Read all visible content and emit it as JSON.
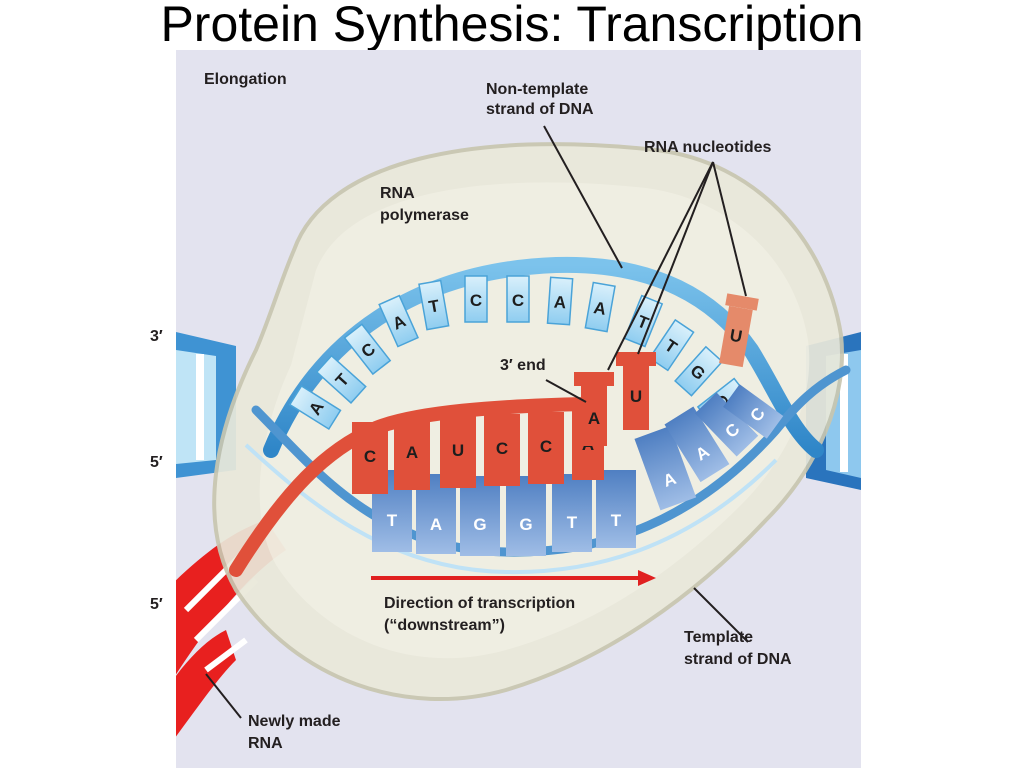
{
  "slide": {
    "title": "Protein Synthesis: Transcription"
  },
  "diagram": {
    "stage_label": "Elongation",
    "labels": {
      "non_template_line1": "Non-template",
      "non_template_line2": "strand of DNA",
      "rna_nucleotides": "RNA nucleotides",
      "rna_polymerase_line1": "RNA",
      "rna_polymerase_line2": "polymerase",
      "three_prime_end": "3′ end",
      "direction_line1": "Direction of transcription",
      "direction_line2": "(“downstream”)",
      "template_line1": "Template",
      "template_line2": "strand of DNA",
      "newly_made_line1": "Newly made",
      "newly_made_line2": "RNA",
      "end_3prime_top": "3′",
      "end_5prime_middle": "5′",
      "end_5prime_bottom": "5′"
    },
    "non_template_bases": [
      "A",
      "T",
      "C",
      "A",
      "T",
      "C",
      "C",
      "A",
      "A",
      "T",
      "T",
      "G",
      "G"
    ],
    "rna_bases": [
      "C",
      "A",
      "U",
      "C",
      "C",
      "A"
    ],
    "incoming_nucleotides": [
      "A",
      "U",
      "U"
    ],
    "template_bases": [
      "T",
      "A",
      "G",
      "G",
      "T",
      "T",
      "A",
      "A",
      "C",
      "C"
    ],
    "colors": {
      "background": "#e3e3ef",
      "polymerase": "#eae9da",
      "dna_light": "#a8d8f0",
      "dna_blue": "#4aa3d8",
      "template_blue": "#5b86c4",
      "rna_red": "#e0503a",
      "rna_bright": "#e8201f",
      "nucleotide_orange": "#e58a6a",
      "arrow_red": "#e02020"
    }
  }
}
